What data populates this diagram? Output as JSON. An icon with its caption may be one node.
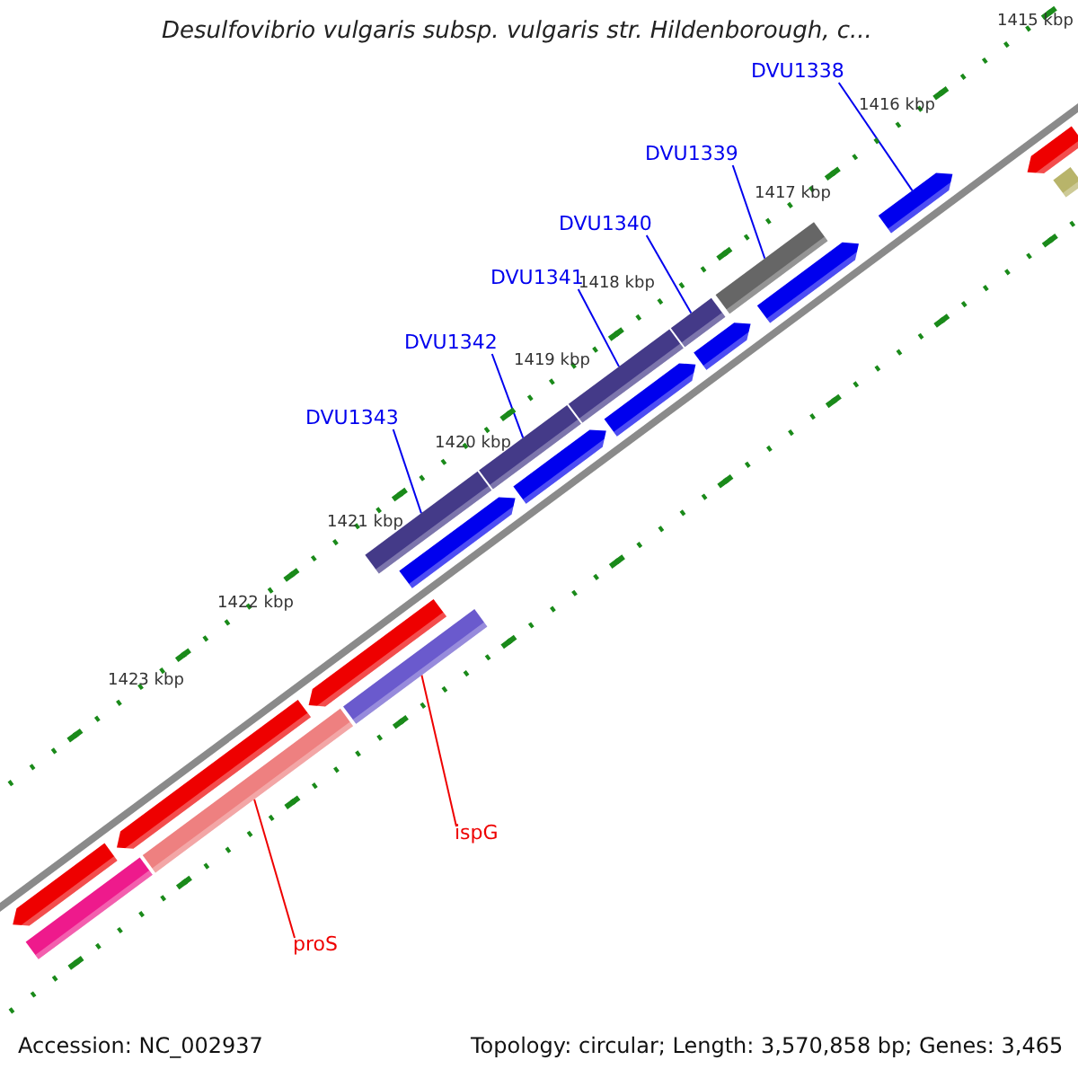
{
  "diagram": {
    "title": "Desulfovibrio vulgaris subsp. vulgaris str. Hildenborough, c...",
    "nodes": [
      {
        "text": [
          "DVU1338"
        ]
      },
      {
        "text": [
          "DVU1339"
        ]
      },
      {
        "text": [
          "DVU1340"
        ]
      },
      {
        "text": [
          "DVU1341"
        ]
      },
      {
        "text": [
          "DVU1342"
        ]
      },
      {
        "text": [
          "DVU1343"
        ]
      },
      {
        "text": [],
        "shape": "bar"
      },
      {
        "text": [],
        "shape": "bar"
      },
      {
        "text": [],
        "shape": "bar"
      },
      {
        "text": [],
        "shape": "bar"
      },
      {
        "text": [],
        "shape": "bar"
      },
      {
        "text": [],
        "shape": "bar"
      },
      {
        "text": [],
        "shape": "bar"
      },
      {
        "text": [],
        "shape": "bar"
      },
      {
        "text": [],
        "shape": "bar"
      },
      {
        "text": [],
        "shape": "bar"
      },
      {
        "text": [],
        "shape": "bar"
      },
      {
        "text": [],
        "shape": "bar"
      },
      {
        "text": [],
        "shape": "bar"
      },
      {
        "text": [],
        "shape": "bar"
      },
      {
        "text": [],
        "shape": "bar"
      },
      {
        "text": [],
        "shape": "bar"
      },
      {
        "text": [],
        "shape": "bar"
      },
      {
        "text": [],
        "shape": "bar"
      },
      {
        "text": [],
        "shape": "bar"
      },
      {
        "text": [
          "ispG"
        ]
      },
      {
        "text": [
          "proS"
        ]
      }
    ],
    "edges": [
      {
        "from": 0,
        "to": 8,
        "arrow": "none"
      },
      {
        "from": 1,
        "to": 9,
        "arrow": "none"
      },
      {
        "from": 2,
        "to": 11,
        "arrow": "none"
      },
      {
        "from": 3,
        "to": 13,
        "arrow": "none"
      },
      {
        "from": 4,
        "to": 15,
        "arrow": "none"
      },
      {
        "from": 5,
        "to": 17,
        "arrow": "none"
      },
      {
        "from": 25,
        "to": 20,
        "arrow": "none",
        "color": "#ee0000"
      },
      {
        "from": 26,
        "to": 22,
        "arrow": "none",
        "color": "#ee0000"
      }
    ],
    "labels": [
      "1415 kbp",
      "1416 kbp",
      "1417 kbp",
      "1418 kbp",
      "1419 kbp",
      "1420 kbp",
      "1421 kbp",
      "1422 kbp",
      "1423 kbp",
      "Accession: NC_002937",
      "Topology: circular; Length: 3,570,858 bp; Genes: 3,465"
    ]
  }
}
